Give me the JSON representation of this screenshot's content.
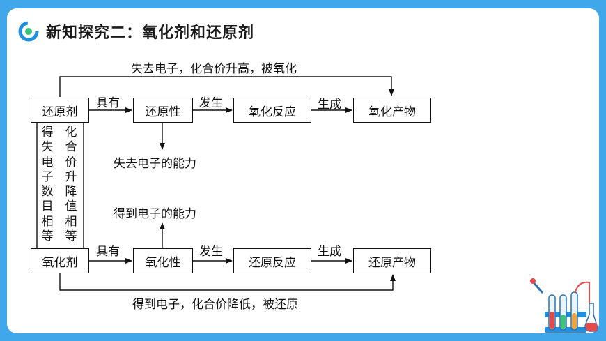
{
  "title": "新知探究二：氧化剂和还原剂",
  "boxes": {
    "reducing_agent": "还原剂",
    "reducibility": "还原性",
    "oxidation_reaction": "氧化反应",
    "oxidation_product": "氧化产物",
    "oxidizing_agent": "氧化剂",
    "oxidizability": "氧化性",
    "reduction_reaction": "还原反应",
    "reduction_product": "还原产物"
  },
  "labels": {
    "top_arrow": "失去电子，化合价升高，被氧化",
    "bottom_arrow": "得到电子，化合价降低，被还原",
    "has_1": "具有",
    "has_2": "具有",
    "occurs_1": "发生",
    "occurs_2": "发生",
    "generates_1": "生成",
    "generates_2": "生成",
    "lose_ability": "失去电子的能力",
    "gain_ability": "得到电子的能力",
    "electron_equal": "得失电子数目相等",
    "valence_equal": "化合价升降值相等"
  },
  "colors": {
    "background": "#3fa7ea",
    "logo_blue": "#1f8fe0",
    "logo_green": "#3cc47c"
  }
}
